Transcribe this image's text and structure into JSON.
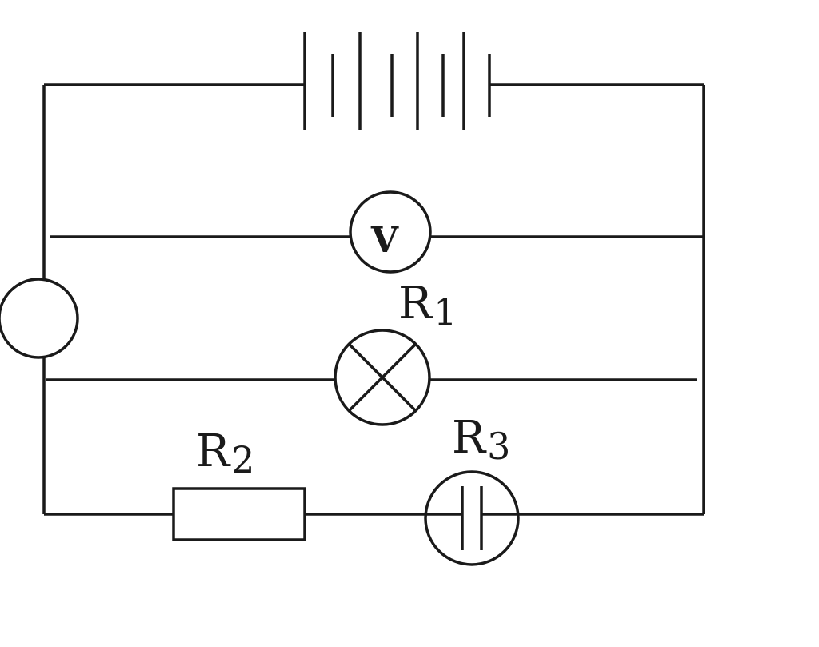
{
  "diagram": {
    "type": "circuit-schematic",
    "labels": {
      "voltmeter": "V",
      "r1_letter": "R",
      "r1_sub": "1",
      "r2_letter": "R",
      "r2_sub": "2",
      "r3_letter": "R",
      "r3_sub": "3"
    },
    "components": [
      {
        "id": "battery",
        "kind": "battery",
        "cells": 4
      },
      {
        "id": "voltmeter",
        "kind": "voltmeter"
      },
      {
        "id": "r1",
        "kind": "lamp"
      },
      {
        "id": "r2",
        "kind": "resistor"
      },
      {
        "id": "r3",
        "kind": "capacitor-in-circle"
      },
      {
        "id": "unlabeled-meter",
        "kind": "circle-element"
      }
    ],
    "colors": {
      "stroke": "#1a1a1a",
      "background": "#ffffff"
    }
  }
}
